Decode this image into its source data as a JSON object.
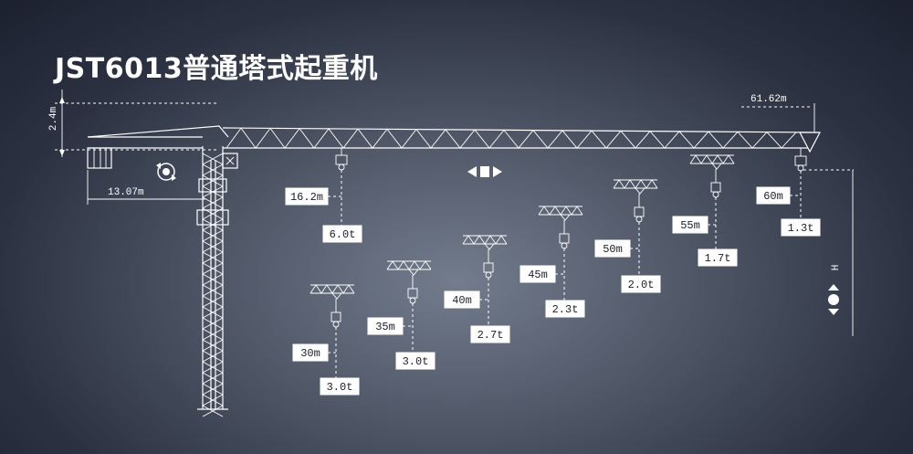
{
  "title": "JST6013普通塔式起重机",
  "dimensions": {
    "jib_length": "61.62m",
    "counter_jib": "13.07m",
    "top_height": "2.4m",
    "height": "H"
  },
  "loads": [
    {
      "radius": "16.2m",
      "capacity": "6.0t"
    },
    {
      "radius": "30m",
      "capacity": "3.0t"
    },
    {
      "radius": "35m",
      "capacity": "3.0t"
    },
    {
      "radius": "40m",
      "capacity": "2.7t"
    },
    {
      "radius": "45m",
      "capacity": "2.3t"
    },
    {
      "radius": "50m",
      "capacity": "2.0t"
    },
    {
      "radius": "55m",
      "capacity": "1.7t"
    },
    {
      "radius": "60m",
      "capacity": "1.3t"
    }
  ],
  "icons": [
    "slewing-icon",
    "trolley-travel-icon",
    "hoisting-icon"
  ]
}
